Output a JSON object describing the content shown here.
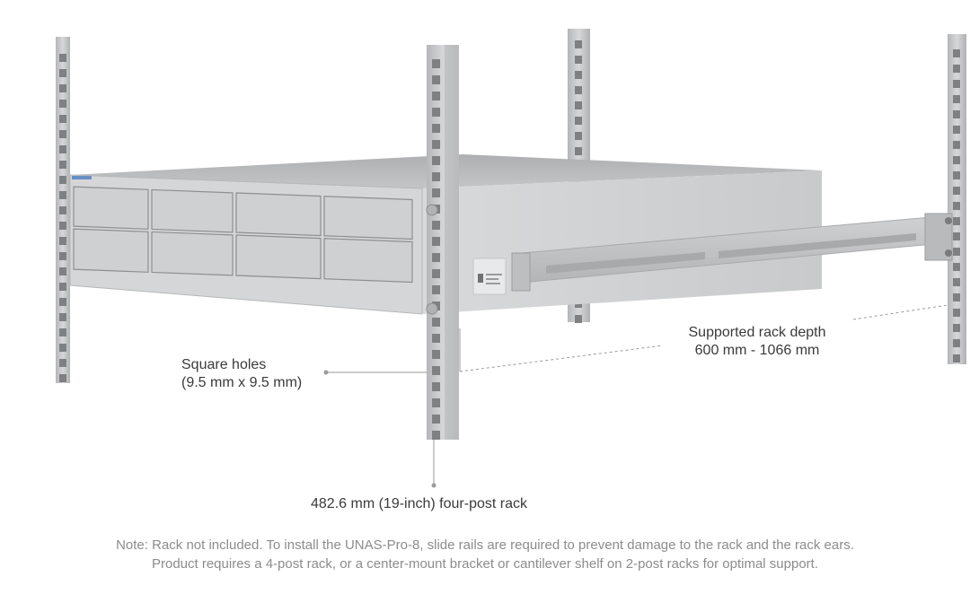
{
  "callouts": {
    "square_holes": {
      "line1": "Square holes",
      "line2": "(9.5 mm x 9.5 mm)"
    },
    "rack_depth": {
      "line1": "Supported rack depth",
      "line2": "600 mm - 1066 mm"
    },
    "rack_width": "482.6 mm (19-inch) four-post rack"
  },
  "note": {
    "line1": "Note: Rack not included. To install the UNAS-Pro-8, slide rails are required to prevent damage to the rack and the rack ears.",
    "line2": "Product requires a 4-post rack, or a center-mount bracket or cantilever shelf on 2-post racks for optimal support."
  },
  "colors": {
    "post": "#c9c9cb",
    "post_shadow": "#a9a9ab",
    "chassis_top": "#b9babb",
    "chassis_front": "#d3d4d5",
    "drive_bay": "#cfd0d1",
    "rail": "#c2c3c4",
    "callout_line": "#9a9a9a",
    "text": "#3a3a3a",
    "note_text": "#8c8c8c"
  },
  "device": {
    "drive_bays": 8
  }
}
